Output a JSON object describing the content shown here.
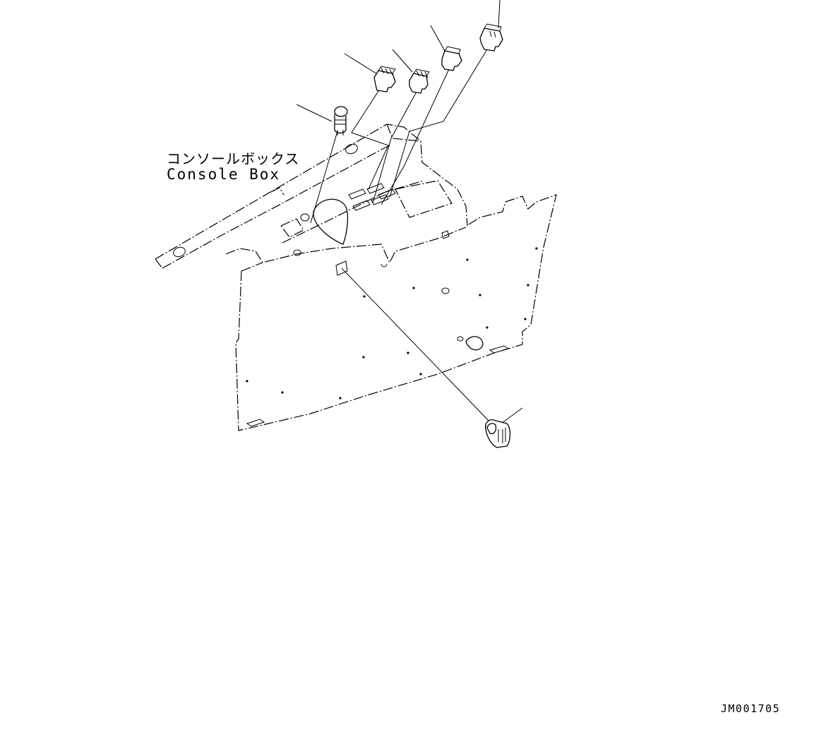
{
  "labels": {
    "console_box_jp": "コンソールボックス",
    "console_box_en": "Console Box",
    "drawing_id": "JM001705"
  },
  "icons": {
    "connector": "wiring-connector-icon",
    "switch": "rocker-switch-icon",
    "socket": "power-socket-icon"
  }
}
